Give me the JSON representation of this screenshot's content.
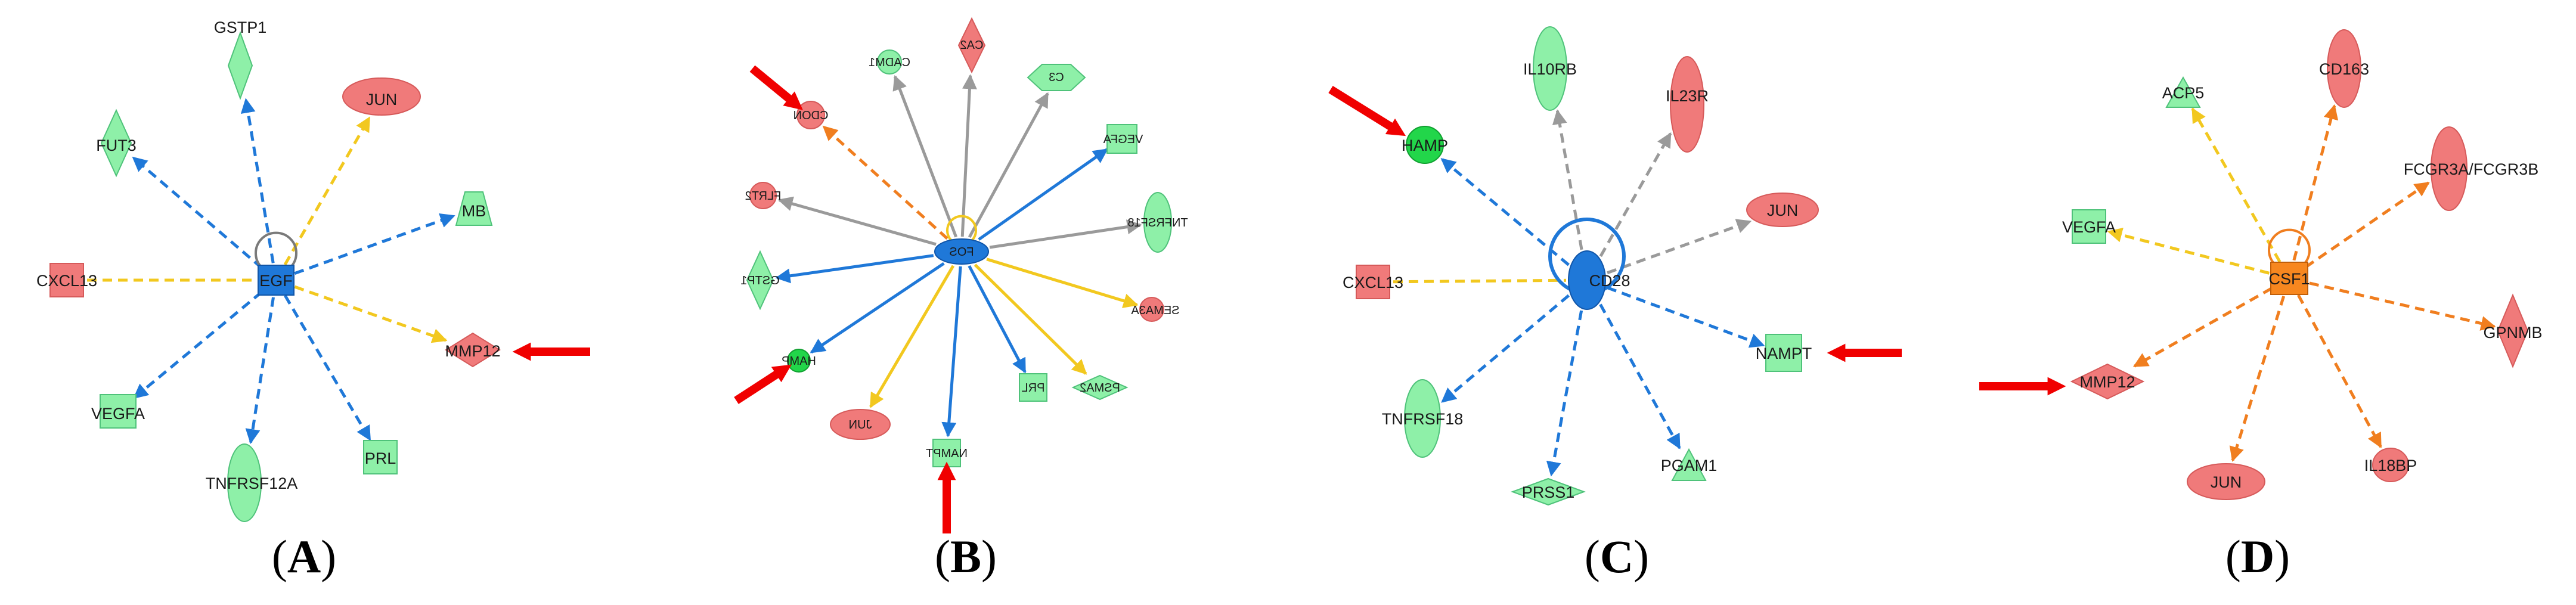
{
  "colors": {
    "up": "#f07a7a",
    "up_stroke": "#d65a5a",
    "down": "#8ef0a8",
    "down_stroke": "#4fc27a",
    "down_strong": "#22d64a",
    "hub_blue": "#1f78d8",
    "hub_orange": "#f7871f",
    "edge_blue": "#1f78d8",
    "edge_yellow": "#f2c81f",
    "edge_orange": "#f07e1f",
    "edge_gray": "#9a9a9a",
    "arrow_red": "#f00000"
  },
  "panels": [
    {
      "id": "A",
      "caption": "(A)",
      "hub": {
        "label": "EGF",
        "shape": "rect",
        "color": "hub_blue",
        "self_loop": true
      },
      "nodes": [
        {
          "label": "GSTP1",
          "shape": "diamond",
          "color": "down",
          "edge": "edge_blue",
          "dash": true
        },
        {
          "label": "JUN",
          "shape": "ellipse",
          "color": "up",
          "edge": "edge_yellow",
          "dash": true
        },
        {
          "label": "FUT3",
          "shape": "diamond",
          "color": "down",
          "edge": "edge_blue",
          "dash": true
        },
        {
          "label": "MB",
          "shape": "trapezoid",
          "color": "down",
          "edge": "edge_blue",
          "dash": true
        },
        {
          "label": "CXCL13",
          "shape": "rect",
          "color": "up",
          "edge": "edge_yellow",
          "dash": true,
          "into_hub": true
        },
        {
          "label": "MMP12",
          "shape": "diamond",
          "color": "up",
          "edge": "edge_yellow",
          "dash": true
        },
        {
          "label": "VEGFA",
          "shape": "rect",
          "color": "down",
          "edge": "edge_blue",
          "dash": true
        },
        {
          "label": "TNFRSF12A",
          "shape": "ellipse",
          "color": "down",
          "edge": "edge_blue",
          "dash": true
        },
        {
          "label": "PRL",
          "shape": "rect",
          "color": "down",
          "edge": "edge_blue",
          "dash": true
        }
      ]
    },
    {
      "id": "B",
      "caption": "(B)",
      "hub": {
        "label": "FOS",
        "shape": "ellipse",
        "color": "hub_blue",
        "self_loop": true
      },
      "nodes": [
        {
          "label": "CADM1",
          "shape": "ellipse",
          "color": "down",
          "edge": "edge_gray",
          "dash": false
        },
        {
          "label": "CA2",
          "shape": "diamond",
          "color": "up",
          "edge": "edge_gray",
          "dash": false
        },
        {
          "label": "C3",
          "shape": "hexagon",
          "color": "down",
          "edge": "edge_gray",
          "dash": false
        },
        {
          "label": "CDON",
          "shape": "ellipse",
          "color": "up",
          "edge": "edge_orange",
          "dash": true
        },
        {
          "label": "VEGFA",
          "shape": "rect",
          "color": "down",
          "edge": "edge_blue",
          "dash": false
        },
        {
          "label": "FLRT2",
          "shape": "ellipse",
          "color": "up",
          "edge": "edge_gray",
          "dash": false
        },
        {
          "label": "TNFRSF18",
          "shape": "ellipse",
          "color": "down",
          "edge": "edge_gray",
          "dash": false
        },
        {
          "label": "GSTP1",
          "shape": "diamond",
          "color": "down",
          "edge": "edge_blue",
          "dash": false
        },
        {
          "label": "SEMA3A",
          "shape": "ellipse",
          "color": "up",
          "edge": "edge_yellow",
          "dash": false
        },
        {
          "label": "HAMP",
          "shape": "circle",
          "color": "down_strong",
          "edge": "edge_blue",
          "dash": false
        },
        {
          "label": "PSMA2",
          "shape": "diamond",
          "color": "down",
          "edge": "edge_yellow",
          "dash": false
        },
        {
          "label": "JUN",
          "shape": "ellipse",
          "color": "up",
          "edge": "edge_yellow",
          "dash": false
        },
        {
          "label": "NAMPT",
          "shape": "rect",
          "color": "down",
          "edge": "edge_blue",
          "dash": false
        },
        {
          "label": "PRL",
          "shape": "rect",
          "color": "down",
          "edge": "edge_blue",
          "dash": false
        }
      ]
    },
    {
      "id": "C",
      "caption": "(C)",
      "hub": {
        "label": "CD28",
        "shape": "ellipse",
        "color": "hub_blue",
        "self_loop": true
      },
      "nodes": [
        {
          "label": "IL10RB",
          "shape": "ellipse",
          "color": "down",
          "edge": "edge_gray",
          "dash": true
        },
        {
          "label": "IL23R",
          "shape": "ellipse",
          "color": "up",
          "edge": "edge_gray",
          "dash": true
        },
        {
          "label": "HAMP",
          "shape": "circle",
          "color": "down_strong",
          "edge": "edge_blue",
          "dash": true
        },
        {
          "label": "JUN",
          "shape": "ellipse",
          "color": "up",
          "edge": "edge_gray",
          "dash": true
        },
        {
          "label": "CXCL13",
          "shape": "rect",
          "color": "up",
          "edge": "edge_yellow",
          "dash": true,
          "into_hub": true
        },
        {
          "label": "NAMPT",
          "shape": "rect",
          "color": "down",
          "edge": "edge_blue",
          "dash": true
        },
        {
          "label": "TNFRSF18",
          "shape": "ellipse",
          "color": "down",
          "edge": "edge_blue",
          "dash": true
        },
        {
          "label": "PRSS1",
          "shape": "diamond",
          "color": "down",
          "edge": "edge_blue",
          "dash": true
        },
        {
          "label": "PGAM1",
          "shape": "triangle",
          "color": "down",
          "edge": "edge_blue",
          "dash": true
        }
      ]
    },
    {
      "id": "D",
      "caption": "(D)",
      "hub": {
        "label": "CSF1",
        "shape": "rect",
        "color": "hub_orange",
        "self_loop": true
      },
      "nodes": [
        {
          "label": "ACP5",
          "shape": "triangle",
          "color": "down",
          "edge": "edge_yellow",
          "dash": true
        },
        {
          "label": "CD163",
          "shape": "ellipse",
          "color": "up",
          "edge": "edge_orange",
          "dash": true
        },
        {
          "label": "VEGFA",
          "shape": "rect",
          "color": "down",
          "edge": "edge_yellow",
          "dash": true
        },
        {
          "label": "FCGR3A/FCGR3B",
          "shape": "ellipse",
          "color": "up",
          "edge": "edge_orange",
          "dash": true
        },
        {
          "label": "GPNMB",
          "shape": "diamond",
          "color": "up",
          "edge": "edge_orange",
          "dash": true
        },
        {
          "label": "MMP12",
          "shape": "diamond",
          "color": "up",
          "edge": "edge_orange",
          "dash": true
        },
        {
          "label": "JUN",
          "shape": "ellipse",
          "color": "up",
          "edge": "edge_orange",
          "dash": true
        },
        {
          "label": "IL18BP",
          "shape": "ellipse",
          "color": "up",
          "edge": "edge_orange",
          "dash": true
        }
      ]
    }
  ]
}
